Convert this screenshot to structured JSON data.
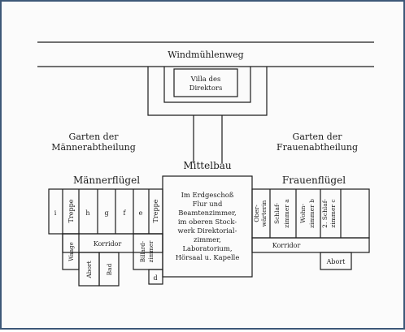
{
  "colors": {
    "frame": "#3d5878",
    "ink": "#1c1c1c",
    "paper": "#fbfbfb"
  },
  "road": "Windmühlenweg",
  "villa": [
    "Villa des",
    "Direktors"
  ],
  "garden_men": [
    "Garten der",
    "Männerabtheilung"
  ],
  "garden_women": [
    "Garten der",
    "Frauenabtheilung"
  ],
  "mittelbau_title": "Mittelbau",
  "mittelbau_text": [
    "Im Erdgeschoß",
    "Flur und",
    "Beamtenzimmer,",
    "im oberen Stock-",
    "werk Direktorial-",
    "zimmer,",
    "Laboratorium,",
    "Hörsaal u. Kapelle"
  ],
  "men_wing": {
    "title": "Männerflügel",
    "rooms": [
      "i",
      "Treppe",
      "h",
      "g",
      "f",
      "e",
      "Treppe"
    ],
    "korridor": "Korridor",
    "waage": "Waage",
    "abort": "Abort",
    "bad": "Bad",
    "billard": [
      "Billard-",
      "zimmer"
    ],
    "d": "d"
  },
  "women_wing": {
    "title": "Frauenflügel",
    "rooms": [
      [
        "Ober-",
        "wärterin"
      ],
      [
        "Schlaf-",
        "zimmer a"
      ],
      [
        "Wohn-",
        "zimmer b"
      ],
      [
        "2. Schlaf-",
        "zimmer c"
      ]
    ],
    "korridor": "Korridor",
    "abort": "Abort"
  }
}
